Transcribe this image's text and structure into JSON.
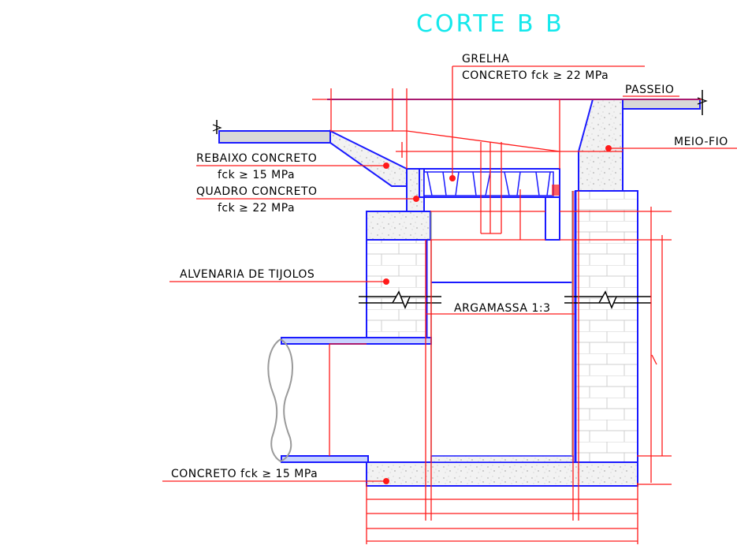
{
  "title": "CORTE  B  B",
  "colors": {
    "title": "#14e8ec",
    "structure": "#1a1aff",
    "dimension": "#ff1a1a",
    "text": "#000000",
    "concrete_fill": "#e9e9e9",
    "pipe": "#9a9a9a",
    "brick_lines": "#cfcfcf"
  },
  "labels": {
    "grelha": "GRELHA",
    "grelha_spec": "CONCRETO fck ≥ 22 MPa",
    "passeio": "PASSEIO",
    "meio_fio": "MEIO-FIO",
    "rebaixo": "REBAIXO CONCRETO",
    "rebaixo_spec": "fck ≥ 15 MPa",
    "quadro": "QUADRO CONCRETO",
    "quadro_spec": "fck ≥ 22 MPa",
    "alvenaria": "ALVENARIA DE TIJOLOS",
    "argamassa": "ARGAMASSA 1:3",
    "base": "CONCRETO fck ≥ 15 MPa"
  }
}
